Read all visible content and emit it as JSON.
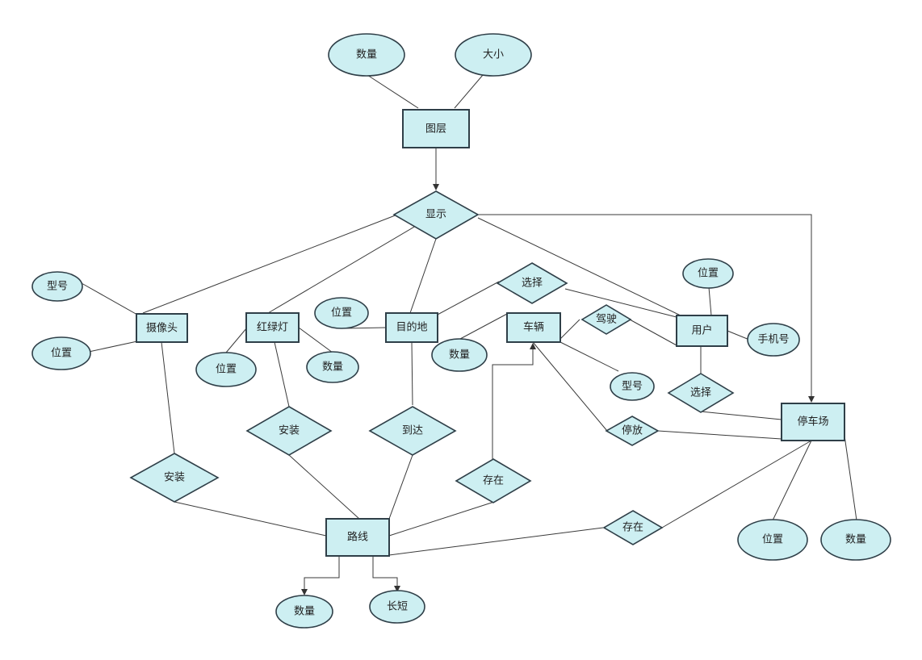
{
  "diagram": {
    "entities": {
      "layer": "图层",
      "road": "路线",
      "camera": "摄像头",
      "traffic_light": "红绿灯",
      "destination": "目的地",
      "vehicle": "车辆",
      "user": "用户",
      "parking_lot": "停车场"
    },
    "relationships": {
      "display": "显示",
      "select_dest": "选择",
      "drive": "驾驶",
      "select_lot": "选择",
      "park": "停放",
      "install_camera": "安装",
      "install_light": "安装",
      "arrive": "到达",
      "exist_vehicle": "存在",
      "exist_lot": "存在"
    },
    "attributes": {
      "layer_count": "数量",
      "layer_size": "大小",
      "camera_model": "型号",
      "camera_position": "位置",
      "light_position": "位置",
      "light_count": "数量",
      "dest_position": "位置",
      "vehicle_count": "数量",
      "vehicle_model": "型号",
      "user_position": "位置",
      "user_phone": "手机号",
      "lot_position": "位置",
      "lot_count": "数量",
      "road_count": "数量",
      "road_length": "长短"
    }
  }
}
